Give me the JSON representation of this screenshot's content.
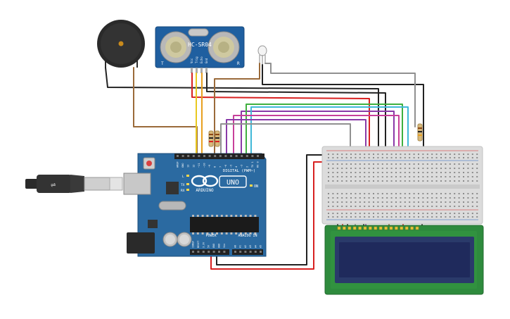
{
  "sensor": {
    "model": "HC-SR04",
    "pin_vcc": "Vcc",
    "pin_trig": "Trig",
    "pin_echo": "Echo",
    "pin_gnd": "Gnd",
    "corner_left": "T",
    "corner_right": "R"
  },
  "arduino": {
    "brand": "ARDUINO",
    "model": "UNO",
    "digital_label": "DIGITAL (PWM~)",
    "power_label": "POWER",
    "analog_label": "ANALOG IN",
    "on_label": "ON",
    "led_l": "L",
    "led_tx": "TX",
    "led_rx": "RX",
    "top_pins": [
      "AREF",
      "GND",
      "13",
      "12",
      "~11",
      "~10",
      "~9",
      "8",
      "7",
      "~6",
      "~5",
      "4",
      "~3",
      "2",
      "TX 1",
      "RX 0"
    ],
    "power_pins": [
      "IOREF",
      "RESET",
      "3.3V",
      "5V",
      "GND",
      "GND",
      "Vin"
    ],
    "analog_pins": [
      "A0",
      "A1",
      "A2",
      "A3",
      "A4",
      "A5"
    ]
  },
  "colors": {
    "board": "#2b6aa1",
    "board_dark": "#1e4f7c",
    "sensor_pcb": "#1f5fa0",
    "breadboard": "#dcdcdc",
    "lcd_pcb": "#2e8b3d",
    "lcd_screen": "#1f2a5c",
    "wire_red": "#d82020",
    "wire_black": "#222222",
    "wire_orange": "#e8a020",
    "wire_yellow": "#e8c81e",
    "wire_brown": "#9a6a3a",
    "wire_green": "#3fb03f",
    "wire_purple": "#8a3aa8",
    "wire_pink": "#c8409a",
    "wire_gray": "#909090",
    "wire_cyan": "#40b8d8"
  }
}
